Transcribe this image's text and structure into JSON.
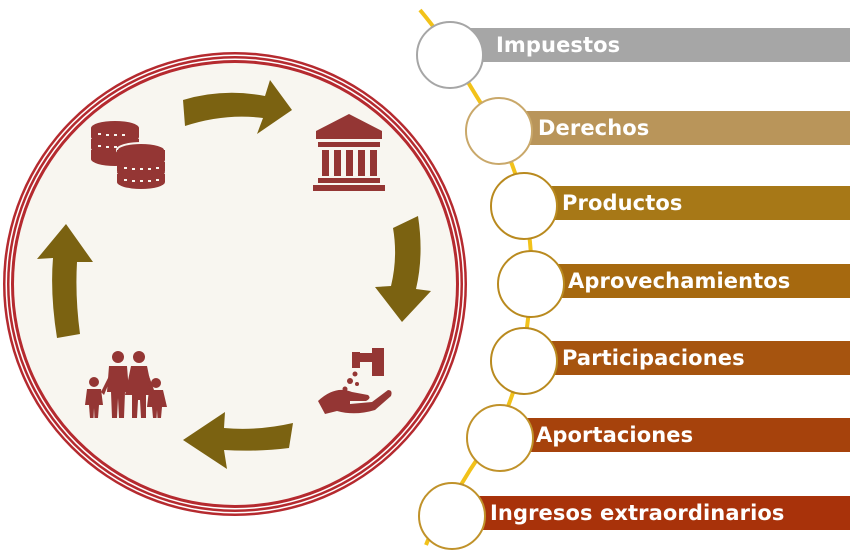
{
  "cycle": {
    "icons": [
      "coins-icon",
      "bank-building-icon",
      "water-tap-hand-icon",
      "family-icon"
    ],
    "arrow_color": "#7b6211",
    "icon_color": "#943634",
    "ring_color": "#b52a2f",
    "circle_fill": "#f8f6f0"
  },
  "categories": [
    {
      "label": "Impuestos",
      "color": "#a6a6a6",
      "node_border": "#a6a6a6"
    },
    {
      "label": "Derechos",
      "color": "#b9955a",
      "node_border": "#c9a86a"
    },
    {
      "label": "Productos",
      "color": "#a77817",
      "node_border": "#b98a1f"
    },
    {
      "label": "Aprovechamientos",
      "color": "#a6690f",
      "node_border": "#b98a1f"
    },
    {
      "label": "Participaciones",
      "color": "#a6540f",
      "node_border": "#b98a1f"
    },
    {
      "label": "Aportaciones",
      "color": "#a6420c",
      "node_border": "#c0922a"
    },
    {
      "label": "Ingresos extraordinarios",
      "color": "#a8320a",
      "node_border": "#c0922a"
    }
  ],
  "connector_color": "#f2c21a"
}
